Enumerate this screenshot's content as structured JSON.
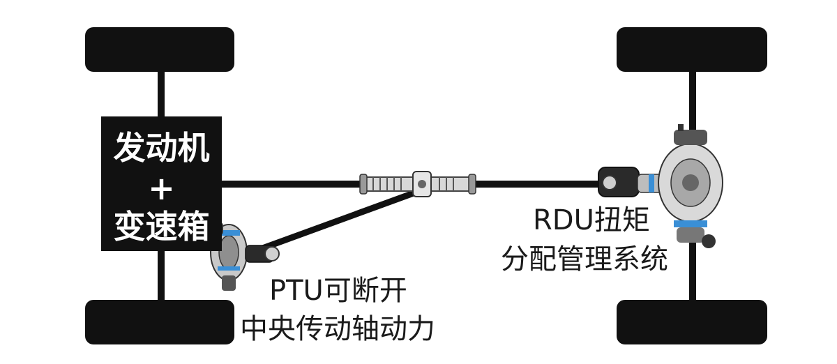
{
  "engine_box": {
    "line1": "发动机",
    "line2": "+",
    "line3": "变速箱"
  },
  "ptu_label": {
    "line1": "PTU可断开",
    "line2": "中央传动轴动力"
  },
  "rdu_label": {
    "line1": "RDU扭矩",
    "line2": "分配管理系统"
  },
  "colors": {
    "structure": "#111111",
    "background": "#ffffff",
    "text": "#1a1a1a",
    "accent_blue": "#3a8fd6"
  }
}
